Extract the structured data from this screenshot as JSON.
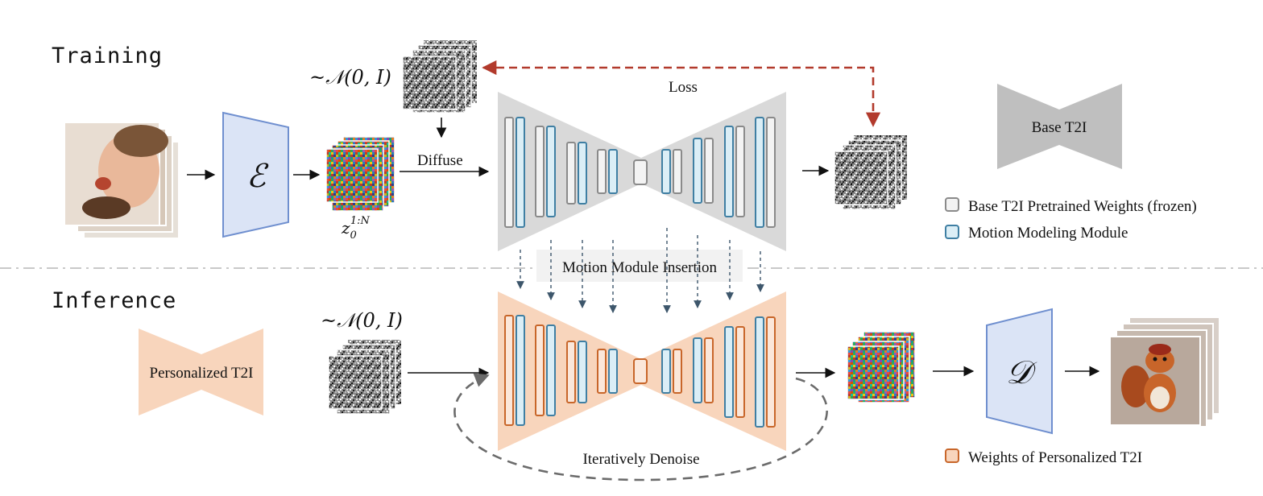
{
  "sections": {
    "training": "Training",
    "inference": "Inference"
  },
  "labels": {
    "noise_dist_train": "~𝒩(0, I)",
    "noise_dist_infer": "~𝒩(0, I)",
    "encoder_symbol": "ℰ",
    "decoder_symbol": "𝒟",
    "latent_main": "z",
    "latent_sub": "0",
    "latent_sup": "1:N",
    "diffuse": "Diffuse",
    "loss": "Loss",
    "motion_insertion": "Motion Module Insertion",
    "iterative": "Iteratively Denoise",
    "base_t2i": "Base T2I",
    "personalized_t2i": "Personalized T2I"
  },
  "legend": {
    "frozen": "Base T2I Pretrained Weights (frozen)",
    "motion": "Motion Modeling Module",
    "personalized": "Weights of Personalized T2I"
  },
  "colors": {
    "gray_fill": "#d9d9d9",
    "dark_gray": "#bfbfbf",
    "orange_fill": "#f8d5bc",
    "orange_stroke": "#c8662a",
    "gray_stroke": "#8a8a8a",
    "blue_stroke": "#3f7fa3",
    "blue_fill": "#dbeef6",
    "encoder_fill": "#dbe4f6",
    "encoder_stroke": "#6f8fcf",
    "loss_arrow": "#b23a2c",
    "insert_arrow": "#3d566b"
  }
}
